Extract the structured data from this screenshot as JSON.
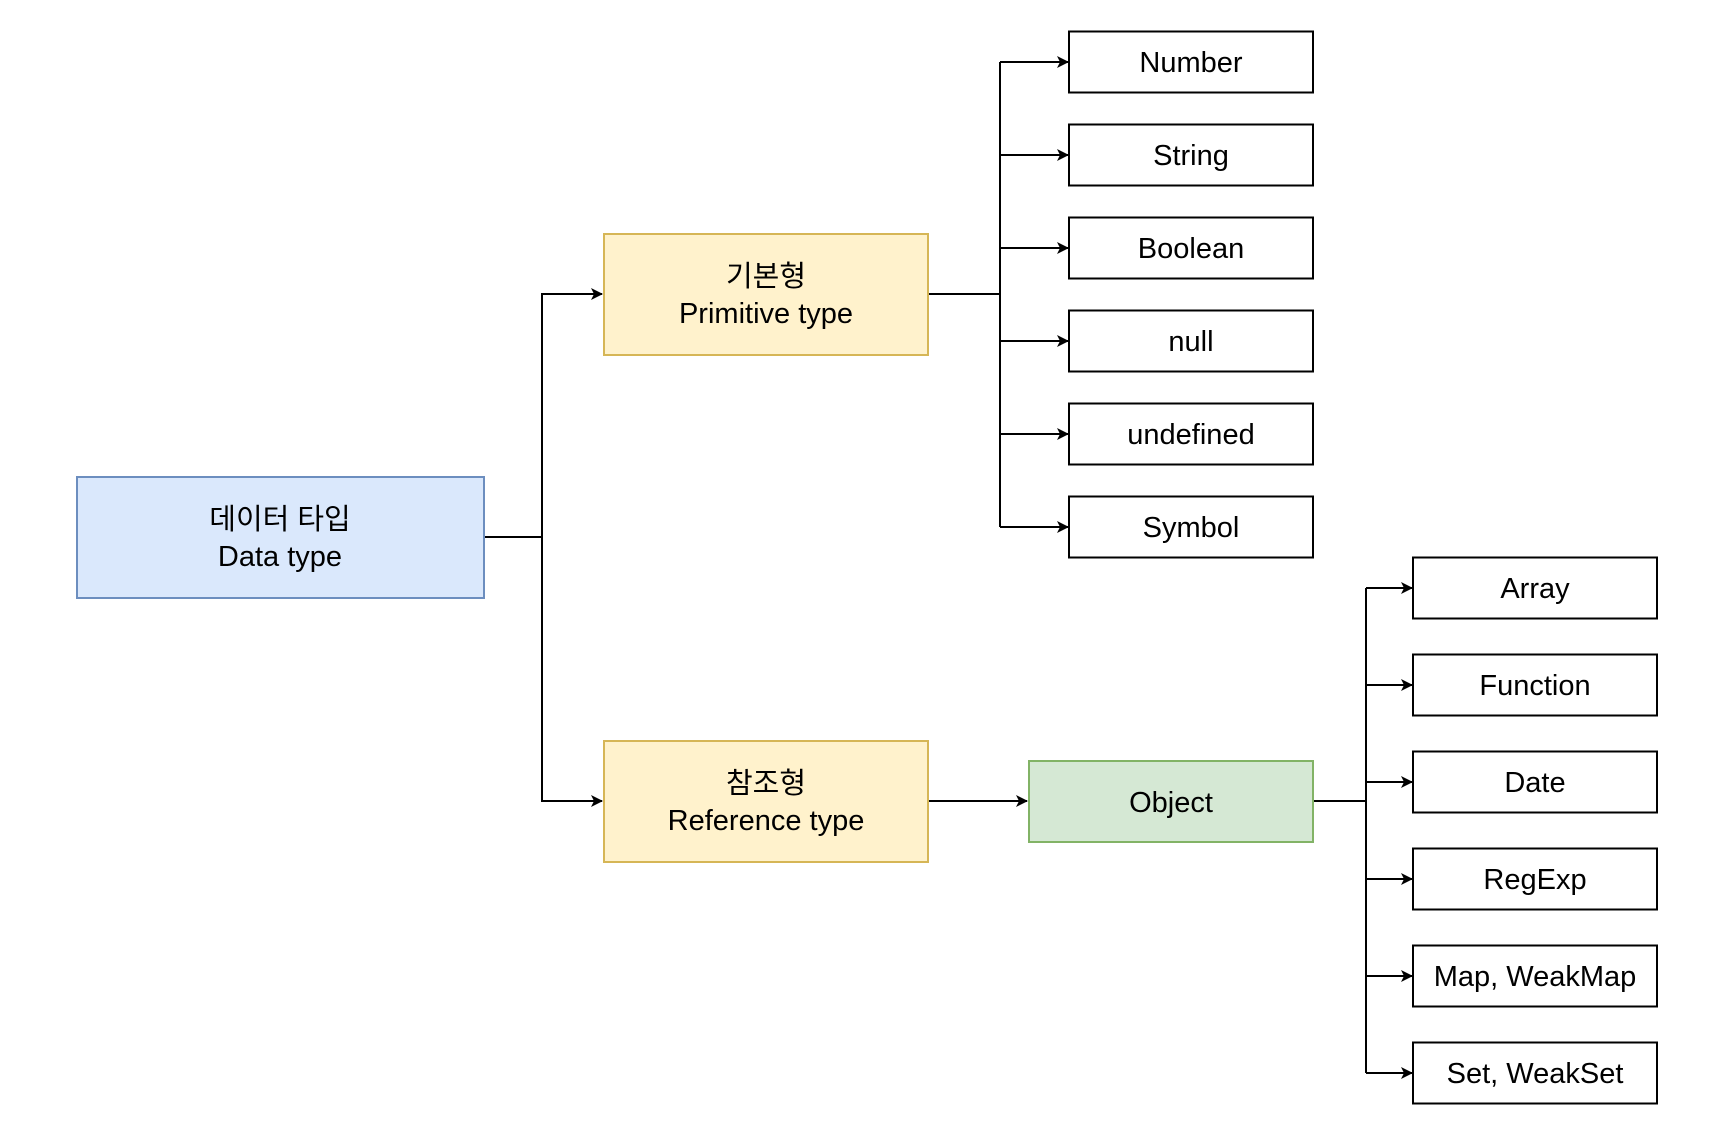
{
  "diagram": {
    "root": {
      "line1": "데이터 타입",
      "line2": "Data type"
    },
    "primitive": {
      "line1": "기본형",
      "line2": "Primitive type"
    },
    "reference": {
      "line1": "참조형",
      "line2": "Reference type"
    },
    "object": {
      "label": "Object"
    },
    "primitive_types": [
      "Number",
      "String",
      "Boolean",
      "null",
      "undefined",
      "Symbol"
    ],
    "object_types": [
      "Array",
      "Function",
      "Date",
      "RegExp",
      "Map, WeakMap",
      "Set, WeakSet"
    ]
  },
  "colors": {
    "root_fill": "#dae8fc",
    "root_stroke": "#6c8ebf",
    "category_fill": "#fff2cc",
    "category_stroke": "#d6b656",
    "object_fill": "#d5e8d4",
    "object_stroke": "#82b366",
    "leaf_fill": "#ffffff",
    "leaf_stroke": "#000000",
    "edge": "#000000"
  }
}
